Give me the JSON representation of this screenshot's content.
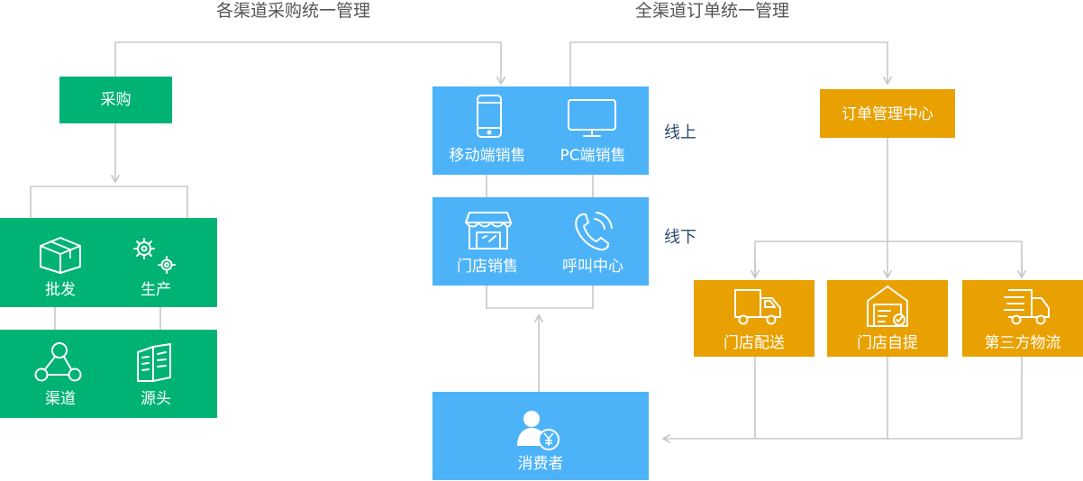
{
  "headings": {
    "procurement": "各渠道采购统一管理",
    "orders": "全渠道订单统一管理"
  },
  "colors": {
    "green": "#00b274",
    "blue": "#4db3f8",
    "orange": "#e8a100",
    "connector": "#c8c8c8"
  },
  "procurement": {
    "purchase": "采购",
    "wholesale": "批发",
    "production": "生产",
    "channel": "渠道",
    "source": "源头"
  },
  "sales": {
    "mobile": "移动端销售",
    "pc": "PC端销售",
    "store": "门店销售",
    "callcenter": "呼叫中心",
    "online": "线上",
    "offline": "线下",
    "consumer": "消费者"
  },
  "orders": {
    "center": "订单管理中心",
    "store_delivery": "门店配送",
    "store_pickup": "门店自提",
    "third_party": "第三方物流"
  },
  "icons": {
    "wholesale": "box-icon",
    "production": "gears-icon",
    "channel": "network-icon",
    "source": "book-icon",
    "mobile": "phone-icon",
    "pc": "monitor-icon",
    "store": "storefront-icon",
    "callcenter": "telephone-icon",
    "consumer": "user-yen-icon",
    "store_delivery": "truck-icon",
    "store_pickup": "warehouse-icon",
    "third_party": "fast-truck-icon"
  }
}
